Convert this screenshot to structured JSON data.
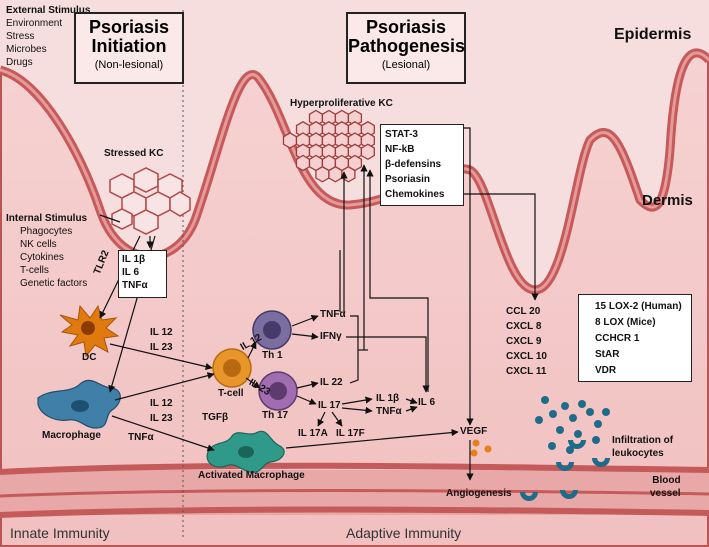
{
  "external_stimulus": {
    "title": "External Stimulus",
    "items": [
      "Environment",
      "Stress",
      "Microbes",
      "Drugs"
    ]
  },
  "initiation": {
    "title_line1": "Psoriasis",
    "title_line2": "Initiation",
    "subtitle": "(Non-lesional)"
  },
  "pathogenesis": {
    "title_line1": "Psoriasis",
    "title_line2": "Pathogenesis",
    "subtitle": "(Lesional)"
  },
  "layers": {
    "epidermis": "Epidermis",
    "dermis": "Dermis"
  },
  "stressed_kc": "Stressed KC",
  "hyperproliferative_kc": "Hyperproliferative KC",
  "kc_factors": [
    "STAT-3",
    "NF-kB",
    "β-defensins",
    "Psoriasin",
    "Chemokines"
  ],
  "internal_stimulus": {
    "title": "Internal Stimulus",
    "items": [
      "Phagocytes",
      "NK cells",
      "Cytokines",
      "T-cells",
      "Genetic factors"
    ]
  },
  "kc_cytokines": [
    "IL 1β",
    "IL 6",
    "TNFα"
  ],
  "tlr2": "TLR2",
  "cells": {
    "dc": "DC",
    "tcell": "T-cell",
    "th1": "Th 1",
    "th17": "Th 17",
    "macrophage": "Macrophage",
    "activated_macrophage": "Activated Macrophage"
  },
  "dc_cytokines": [
    "IL 12",
    "IL 23"
  ],
  "mac_cytokines": [
    "IL 12",
    "IL 23"
  ],
  "tgfb": "TGFβ",
  "mac_tnf": "TNFα",
  "il12": "IL 12",
  "il23": "IL 23",
  "th1_out": [
    "TNFα",
    "IFNγ"
  ],
  "th17_out": {
    "il22": "IL 22",
    "il17": "IL 17",
    "il17a": "IL 17A",
    "il17f": "IL 17F"
  },
  "il17_out": [
    "IL 1β",
    "TNFα"
  ],
  "il6": "IL 6",
  "chemokines_list": [
    "CCL 20",
    "CXCL 8",
    "CXCL 9",
    "CXCL 10",
    "CXCL 11"
  ],
  "genes": [
    {
      "dir": "up",
      "label": "15 LOX-2 (Human)"
    },
    {
      "dir": "up",
      "label": "8 LOX (Mice)"
    },
    {
      "dir": "up",
      "label": "CCHCR 1"
    },
    {
      "dir": "down",
      "label": "StAR"
    },
    {
      "dir": "down",
      "label": "VDR"
    }
  ],
  "vegf": "VEGF",
  "angiogenesis": "Angiogenesis",
  "infiltration": [
    "Infiltration of",
    "leukocytes"
  ],
  "blood_vessel": [
    "Blood",
    "vessel"
  ],
  "innate": "Innate Immunity",
  "adaptive": "Adaptive Immunity",
  "colors": {
    "background": "#f3c4c4",
    "epidermis_band": "#c55a5a",
    "kc_cell": "#b04848",
    "dc": "#e07a10",
    "tcell": "#e8962a",
    "th1": "#6b5f8f",
    "th17": "#8f5fa0",
    "macrophage": "#3f7fa8",
    "activated_macrophage": "#2f9a8a",
    "vegf_dots": "#e8801a",
    "leukocyte": "#1f6b8a"
  }
}
